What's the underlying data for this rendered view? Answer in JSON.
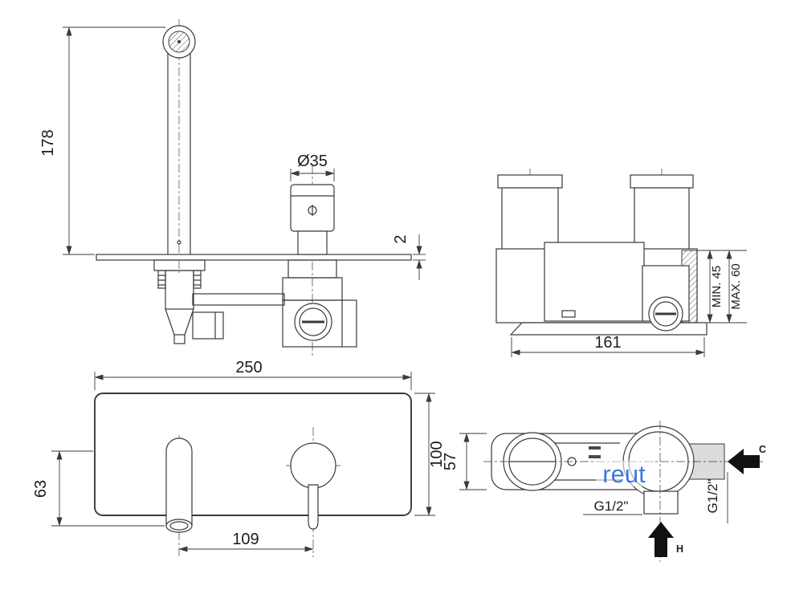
{
  "drawing": {
    "watermark": "reut",
    "side_view": {
      "height": "178",
      "handle_diameter": "Ø35",
      "plate_thickness": "2"
    },
    "body_view": {
      "width": "161",
      "depth_min": "MIN. 45",
      "depth_max": "MAX. 60"
    },
    "front_view": {
      "plate_width": "250",
      "plate_height": "100",
      "spout_height": "63",
      "centers_distance": "109"
    },
    "top_view": {
      "depth": "57",
      "hot_thread": "G1/2\"",
      "cold_thread": "G1/2\"",
      "cold_label": "C",
      "hot_label": "H"
    }
  }
}
